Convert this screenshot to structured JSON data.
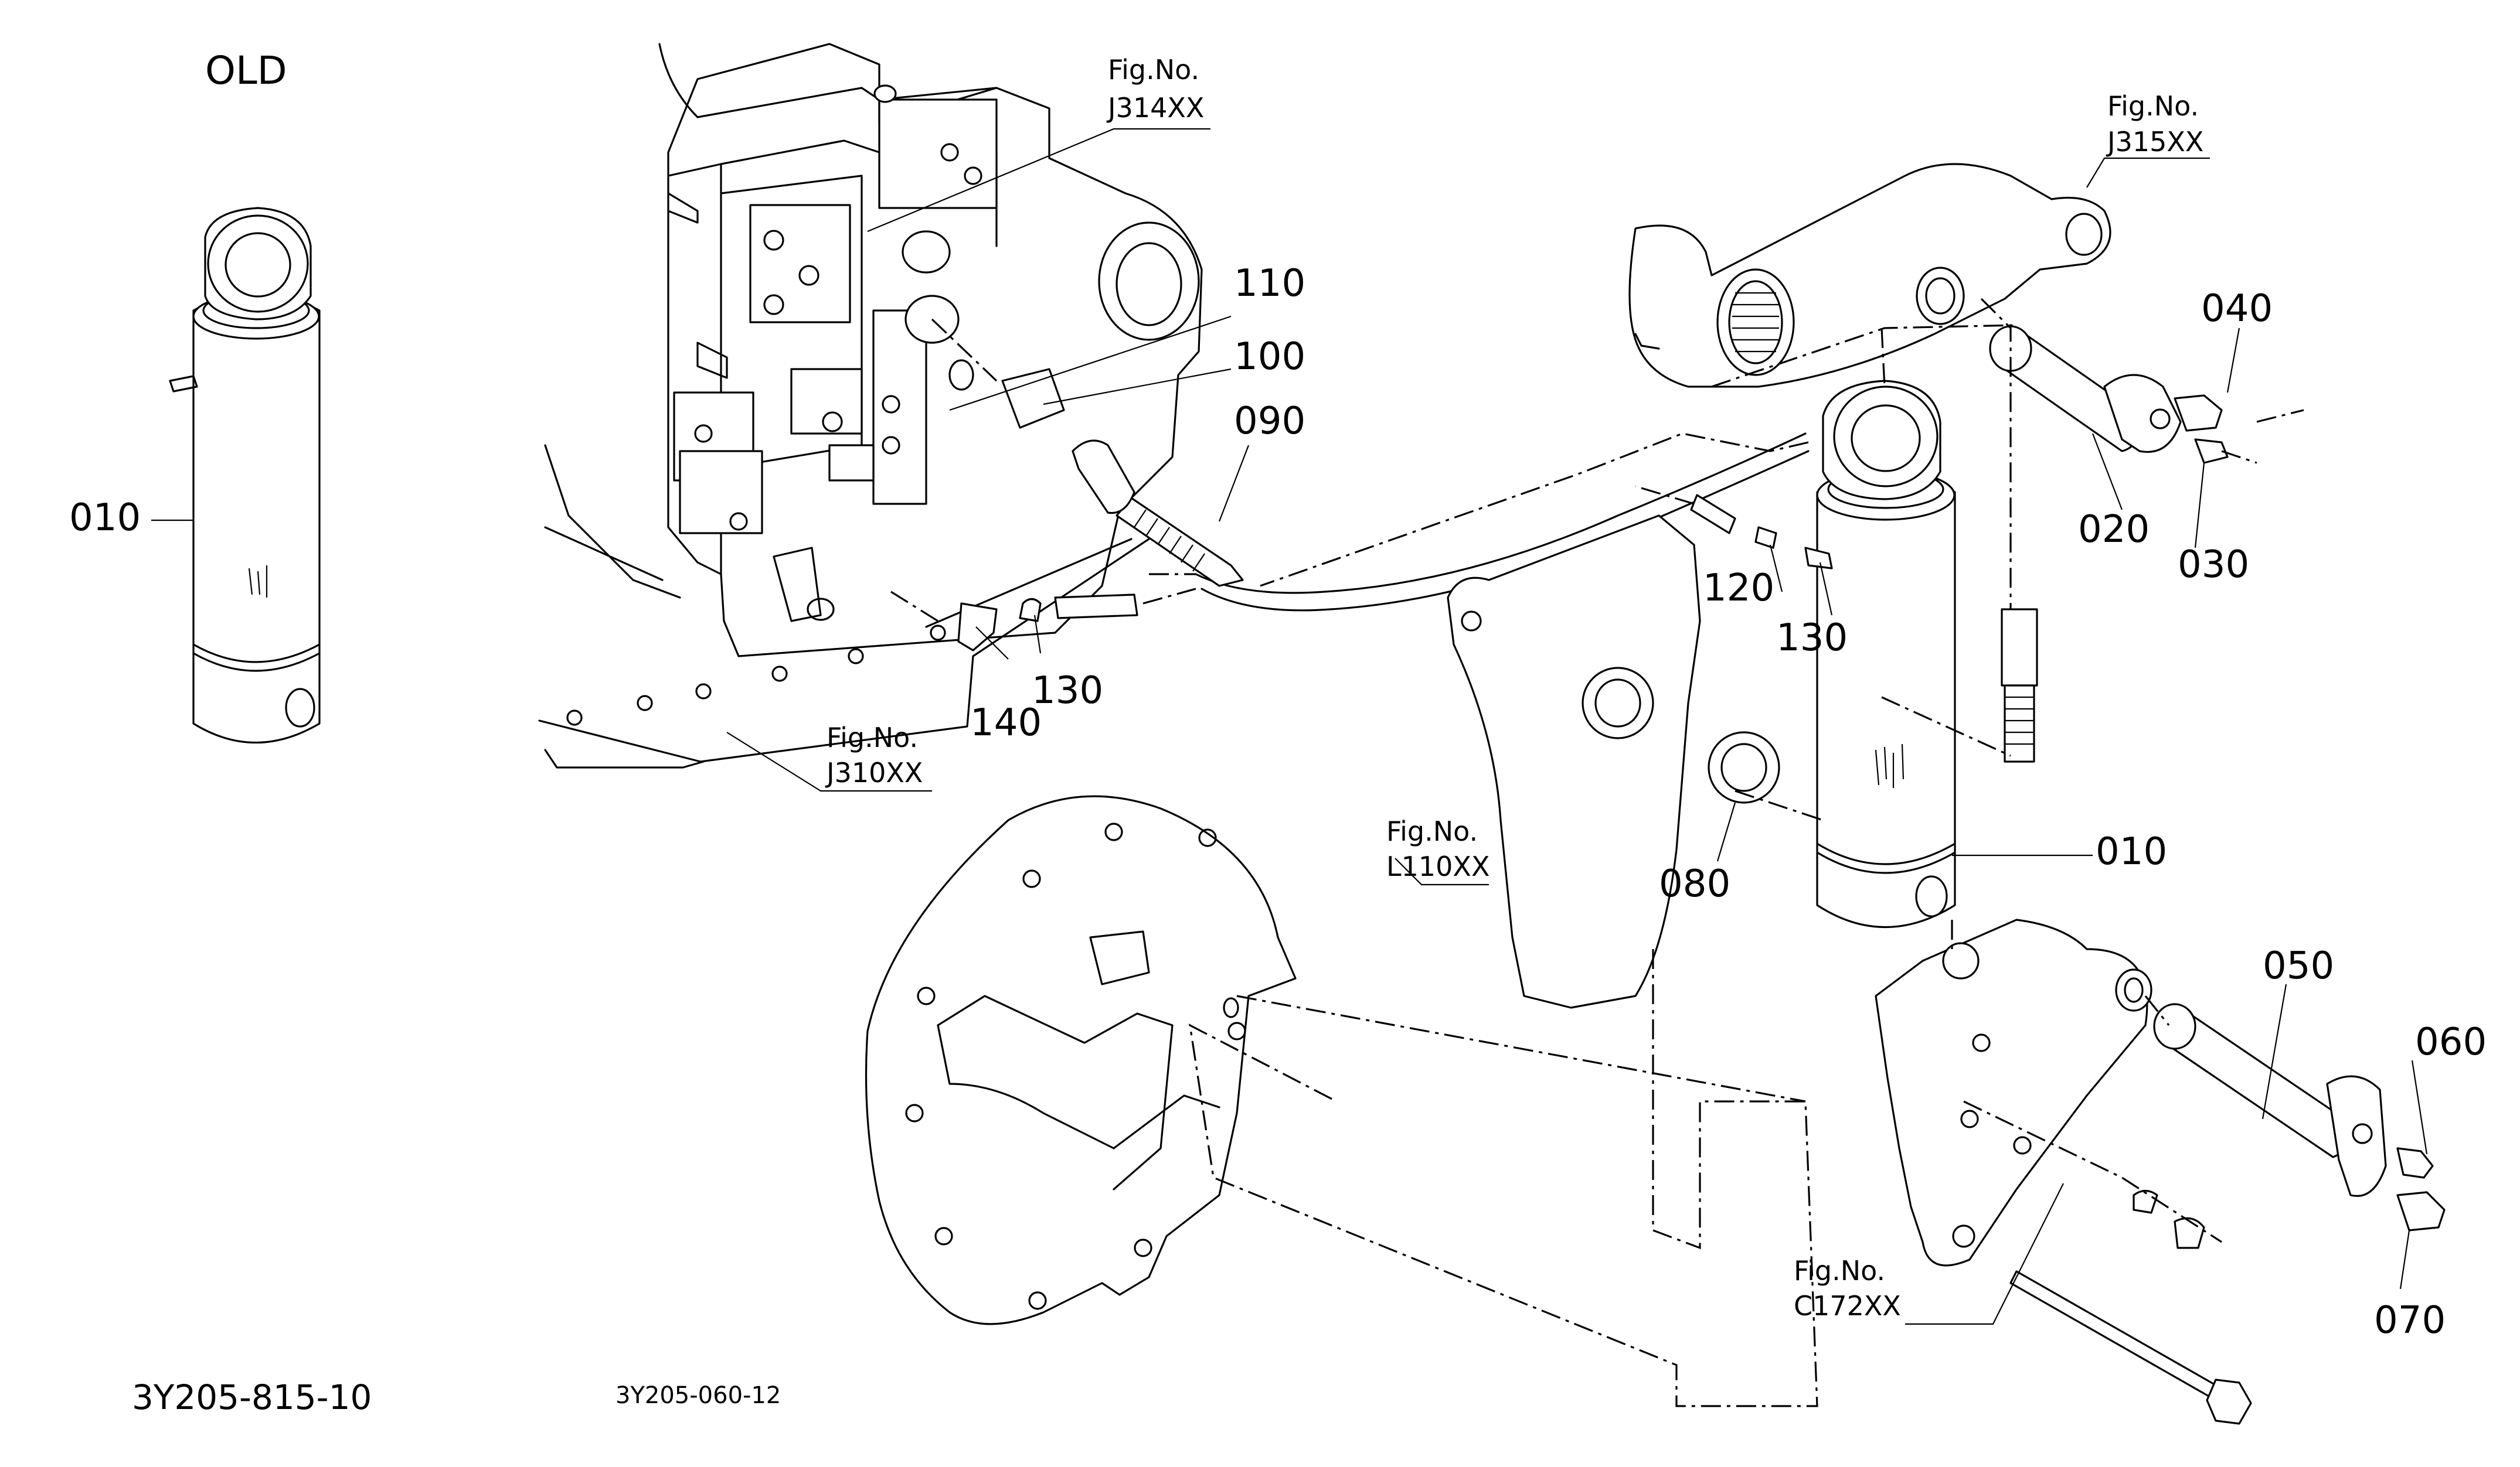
{
  "labels": {
    "old": "OLD",
    "code_left": "3Y205-815-10",
    "code_center": "3Y205-060-12"
  },
  "callouts": {
    "c010_old": "010",
    "c010": "010",
    "c020": "020",
    "c030": "030",
    "c040": "040",
    "c050": "050",
    "c060": "060",
    "c070": "070",
    "c080": "080",
    "c090": "090",
    "c100": "100",
    "c110": "110",
    "c120": "120",
    "c130a": "130",
    "c130b": "130",
    "c140": "140"
  },
  "fig_refs": {
    "j314": {
      "prefix": "Fig.No.",
      "number": "J314XX"
    },
    "j315": {
      "prefix": "Fig.No.",
      "number": "J315XX"
    },
    "j310": {
      "prefix": "Fig.No.",
      "number": "J310XX"
    },
    "l110": {
      "prefix": "Fig.No.",
      "number": "L110XX"
    },
    "c172": {
      "prefix": "Fig.No.",
      "number": "C172XX"
    }
  }
}
